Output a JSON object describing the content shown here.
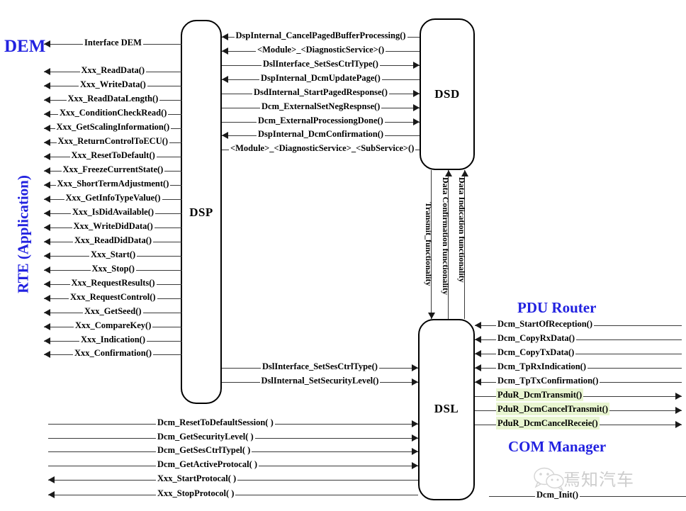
{
  "diagram": {
    "title": "AUTOSAR DCM internal architecture",
    "accent_color": "#2222e0",
    "highlight_color": "#e8f5d0"
  },
  "modules": [
    {
      "id": "dsp",
      "label": "DSP"
    },
    {
      "id": "dsd",
      "label": "DSD"
    },
    {
      "id": "dsl",
      "label": "DSL"
    }
  ],
  "headings": {
    "dem": "DEM",
    "rte": "RTE (Application)",
    "pdu_router": "PDU Router",
    "com_manager": "COM Manager"
  },
  "rte_dsp_interfaces": [
    {
      "label": "Interface DEM",
      "direction": "left"
    },
    {
      "label": "Xxx_ReadData()",
      "direction": "left"
    },
    {
      "label": "Xxx_WriteData()",
      "direction": "left"
    },
    {
      "label": "Xxx_ReadDataLength()",
      "direction": "left"
    },
    {
      "label": "Xxx_ConditionCheckRead()",
      "direction": "left"
    },
    {
      "label": "Xxx_GetScalingInformation()",
      "direction": "left"
    },
    {
      "label": "Xxx_ReturnControlToECU()",
      "direction": "left"
    },
    {
      "label": "Xxx_ResetToDefault()",
      "direction": "left"
    },
    {
      "label": "Xxx_FreezeCurrentState()",
      "direction": "left"
    },
    {
      "label": "Xxx_ShortTermAdjustment()",
      "direction": "left"
    },
    {
      "label": "Xxx_GetInfoTypeValue()",
      "direction": "left"
    },
    {
      "label": "Xxx_IsDidAvailable()",
      "direction": "left"
    },
    {
      "label": "Xxx_WriteDidData()",
      "direction": "left"
    },
    {
      "label": "Xxx_ReadDidData()",
      "direction": "left"
    },
    {
      "label": "Xxx_Start()",
      "direction": "left"
    },
    {
      "label": "Xxx_Stop()",
      "direction": "left"
    },
    {
      "label": "Xxx_RequestResults()",
      "direction": "left"
    },
    {
      "label": "Xxx_RequestControl()",
      "direction": "left"
    },
    {
      "label": "Xxx_GetSeed()",
      "direction": "left"
    },
    {
      "label": "Xxx_CompareKey()",
      "direction": "left"
    },
    {
      "label": "Xxx_Indication()",
      "direction": "left"
    },
    {
      "label": "Xxx_Confirmation()",
      "direction": "left"
    }
  ],
  "dsp_dsd_interfaces": [
    {
      "label": "DspInternal_CancelPagedBufferProcessing()",
      "direction": "left"
    },
    {
      "label": "<Module>_<DiagnosticService>()",
      "direction": "left"
    },
    {
      "label": "DslInterface_SetSesCtrlType()",
      "direction": "right"
    },
    {
      "label": "DspInternal_DcmUpdatePage()",
      "direction": "left"
    },
    {
      "label": "DsdInternal_StartPagedResponse()",
      "direction": "right"
    },
    {
      "label": "Dcm_ExternalSetNegRespnse()",
      "direction": "right"
    },
    {
      "label": "Dcm_ExternalProcessiongDone()",
      "direction": "right"
    },
    {
      "label": "DspInternal_DcmConfirmation()",
      "direction": "left"
    },
    {
      "label": "<Module>_<DiagnosticService>_<SubService>()",
      "direction": "none"
    }
  ],
  "dsp_dsl_interfaces": [
    {
      "label": "DslInterface_SetSesCtrlType()",
      "direction": "right"
    },
    {
      "label": "DslInternal_SetSecurityLevel()",
      "direction": "right"
    }
  ],
  "dsd_dsl_channels": [
    {
      "label": "Transmit_functionality",
      "direction": "down"
    },
    {
      "label": "Data Confirmation functionality",
      "direction": "up"
    },
    {
      "label": "Data Indication functionality",
      "direction": "up"
    }
  ],
  "rte_dsl_interfaces": [
    {
      "label": "Dcm_ResetToDefaultSession( )",
      "direction": "right"
    },
    {
      "label": "Dcm_GetSecurityLevel( )",
      "direction": "right"
    },
    {
      "label": "Dcm_GetSesCtrlTypel( )",
      "direction": "right"
    },
    {
      "label": "Dcm_GetActiveProtocal( )",
      "direction": "right"
    },
    {
      "label": "Xxx_StartProtocal( )",
      "direction": "left"
    },
    {
      "label": "Xxx_StopProtocol( )",
      "direction": "left"
    }
  ],
  "dsl_pdur_interfaces": [
    {
      "label": "Dcm_StartOfReception()",
      "direction": "left",
      "highlight": false
    },
    {
      "label": "Dcm_CopyRxData()",
      "direction": "left",
      "highlight": false
    },
    {
      "label": "Dcm_CopyTxData()",
      "direction": "left",
      "highlight": false
    },
    {
      "label": "Dcm_TpRxIndication()",
      "direction": "left",
      "highlight": false
    },
    {
      "label": "Dcm_TpTxConfirmation()",
      "direction": "left",
      "highlight": false
    },
    {
      "label": "PduR_DcmTransmit()",
      "direction": "right",
      "highlight": true
    },
    {
      "label": "PduR_DcmCancelTransmit()",
      "direction": "right",
      "highlight": true
    },
    {
      "label": "PduR_DcmCancelReceie()",
      "direction": "right",
      "highlight": true
    }
  ],
  "dsl_com_interfaces": [
    {
      "label": "Dcm_Init()",
      "direction": "none"
    }
  ],
  "watermark": {
    "text": "焉知汽车"
  }
}
